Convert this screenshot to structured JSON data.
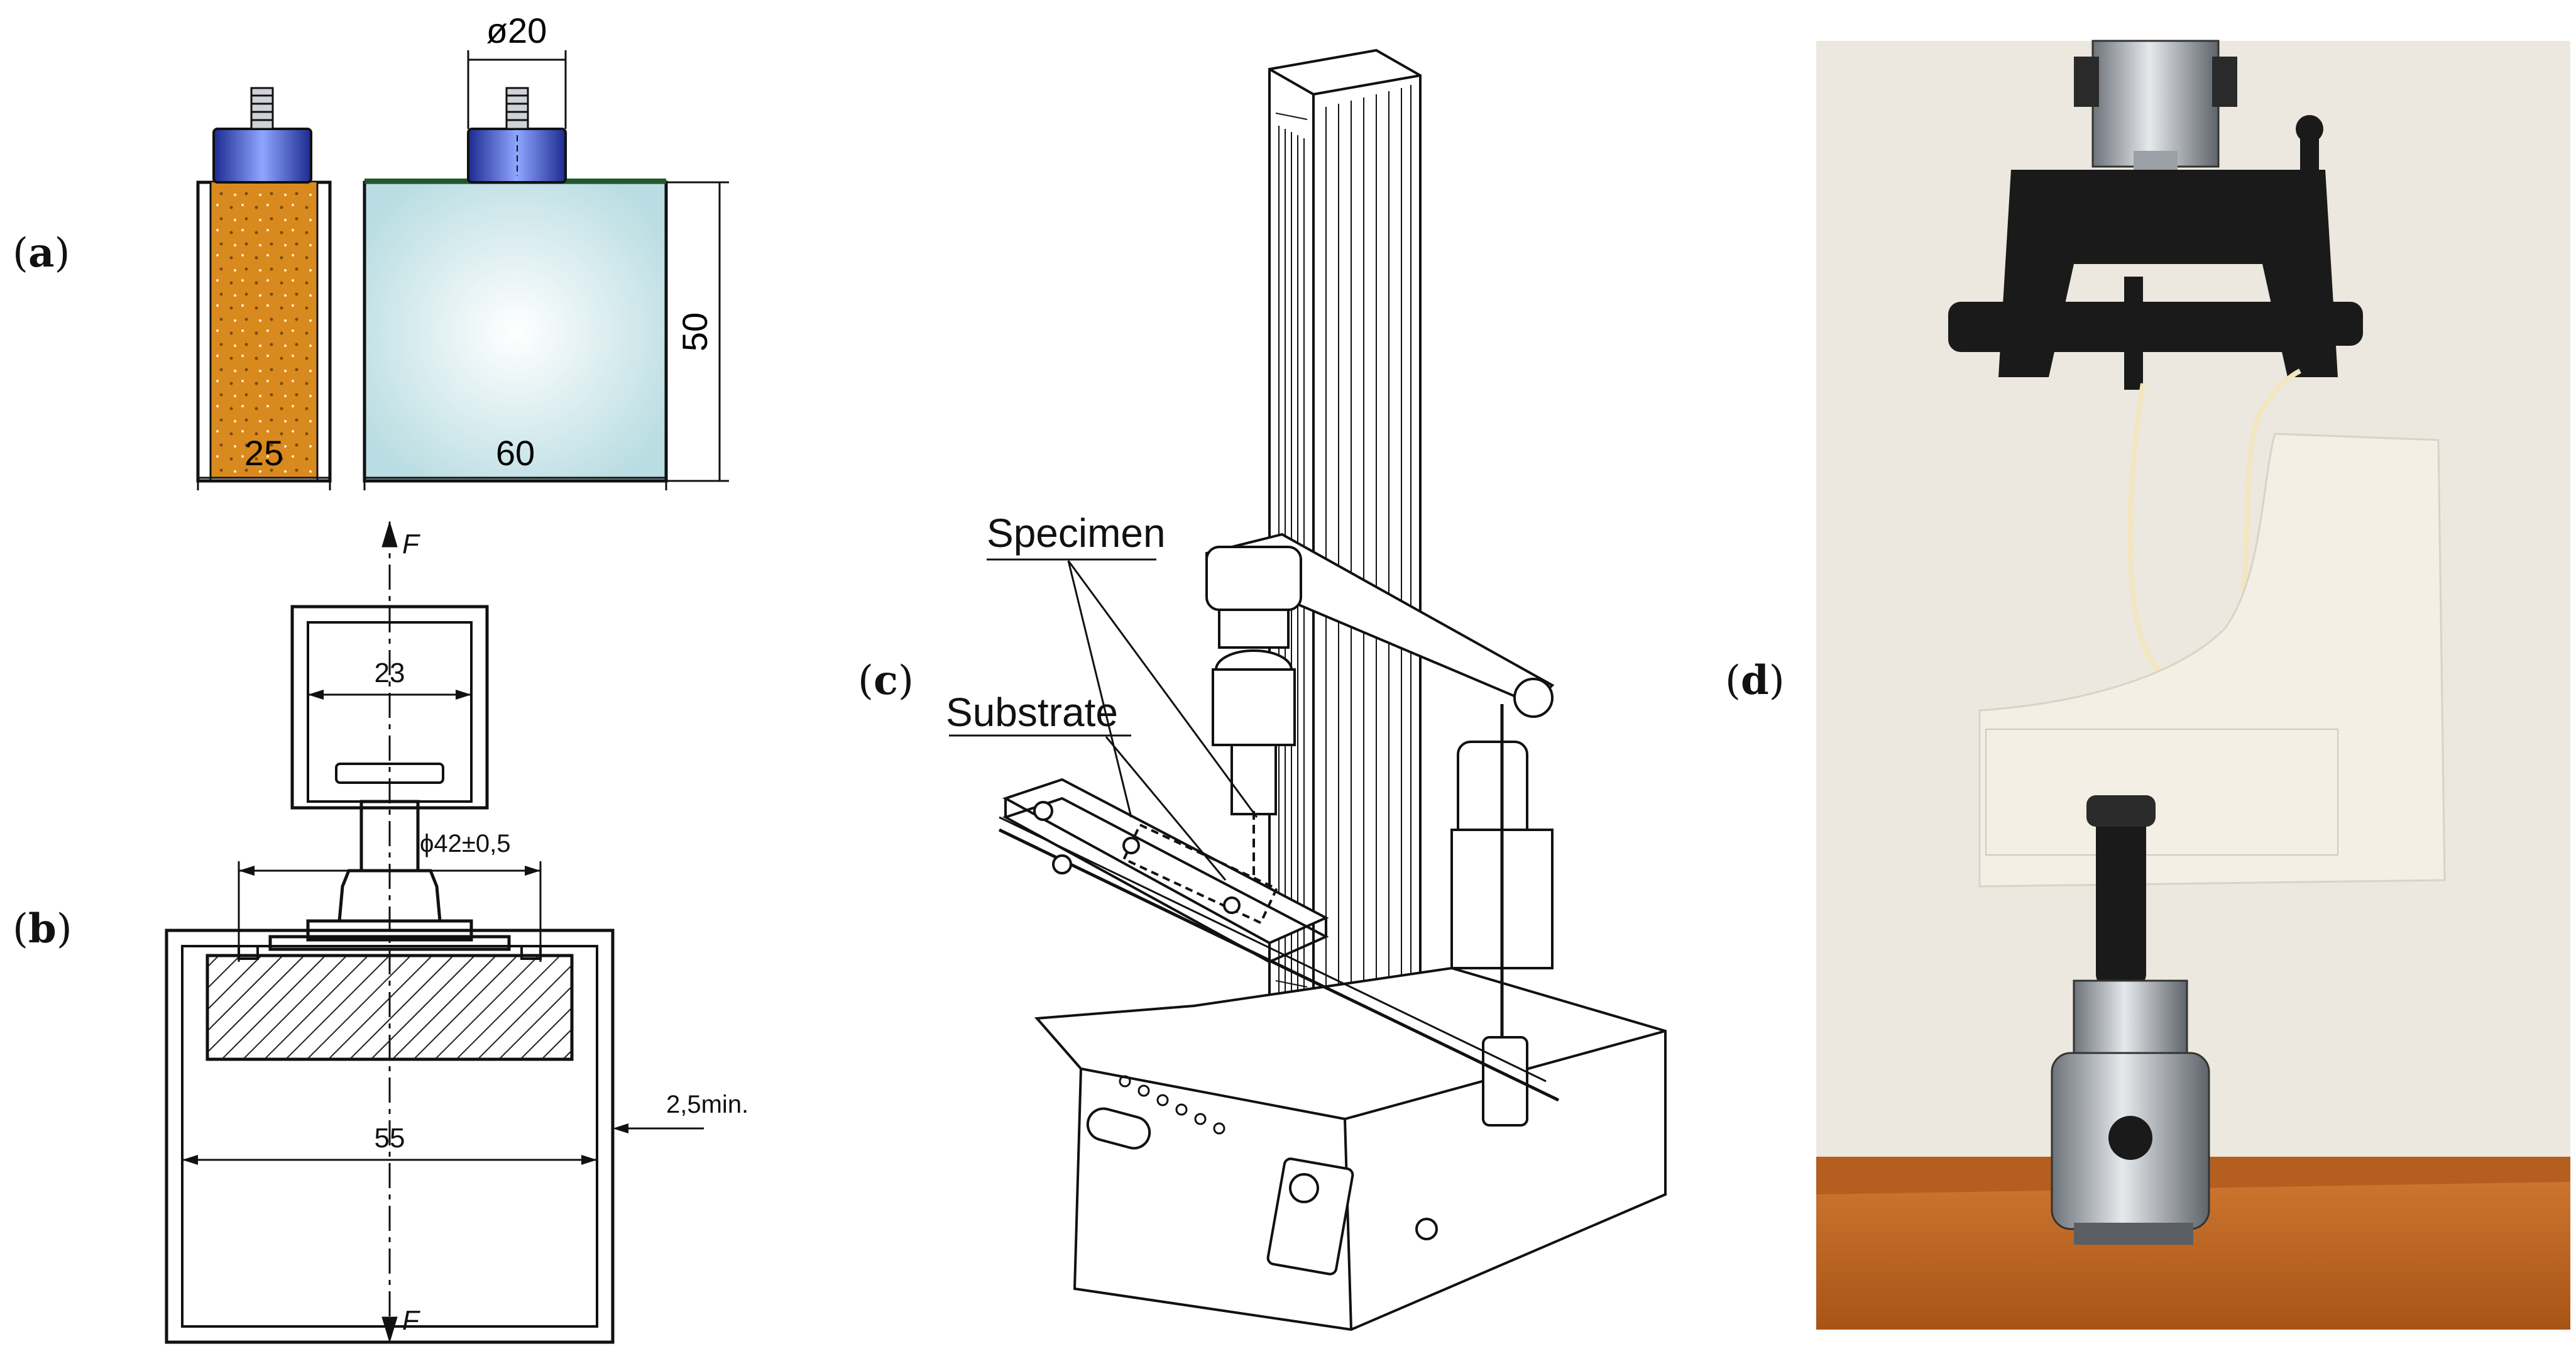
{
  "panel_labels": {
    "a": {
      "open": "(",
      "letter": "a",
      "close": ")"
    },
    "b": {
      "open": "(",
      "letter": "b",
      "close": ")"
    },
    "c": {
      "open": "(",
      "letter": "c",
      "close": ")"
    },
    "d": {
      "open": "(",
      "letter": "d",
      "close": ")"
    }
  },
  "panel_a": {
    "dim_diameter": "ø20",
    "dim_height": "50",
    "dim_width_left": "25",
    "dim_width_right": "60",
    "colors": {
      "cylinder": "#d98a1e",
      "stud": "#2838b0",
      "substrate": "#dceef0",
      "film": "#1f5a2a"
    }
  },
  "panel_b": {
    "force_top": "F",
    "force_bottom": "F",
    "dim_23": "23",
    "dim_42": "ϕ42±0,5",
    "dim_55": "55",
    "dim_min": "2,5min."
  },
  "panel_c": {
    "label_specimen": "Specimen",
    "label_substrate": "Substrate"
  },
  "panel_d": {
    "colors": {
      "wall": "#e8e4dc",
      "bench": "#c46a22",
      "grip": "#1a1a1a",
      "paper": "#f1ede2",
      "metal": "#9aa0a6"
    }
  }
}
